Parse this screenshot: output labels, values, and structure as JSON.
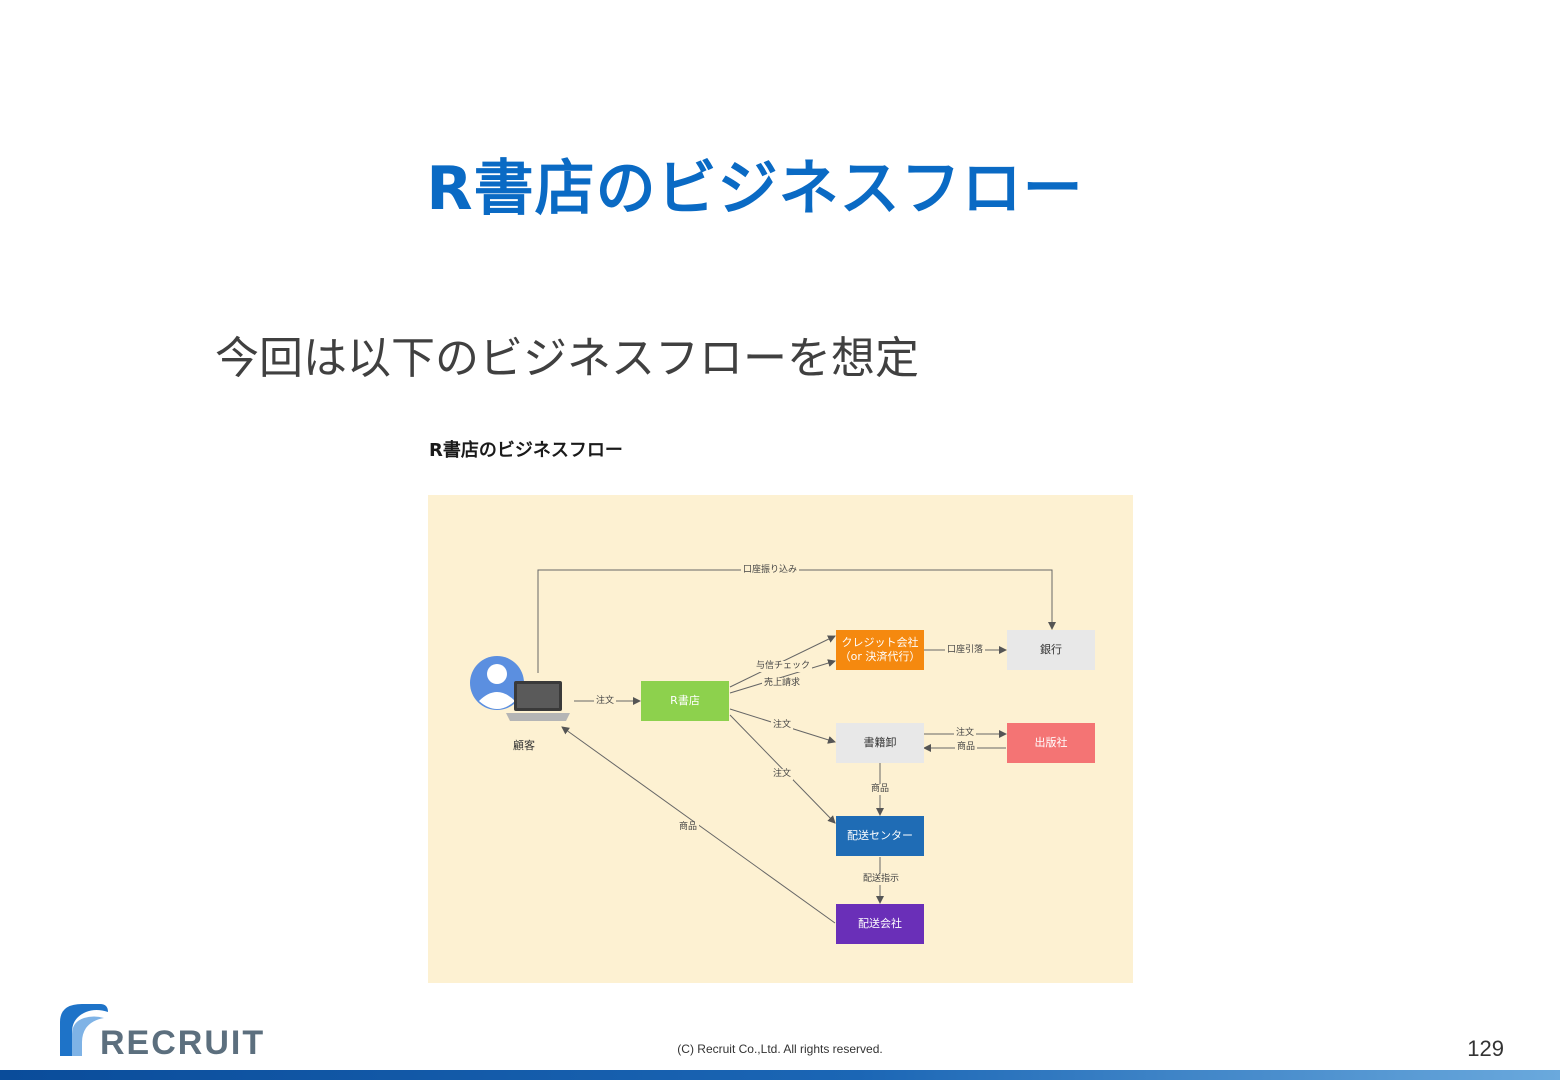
{
  "slide": {
    "title": "R書店のビジネスフロー",
    "subtitle": "今回は以下のビジネスフローを想定",
    "page_number": "129",
    "copyright": "(C) Recruit Co.,Ltd. All rights reserved.",
    "logo_text": "RECRUIT"
  },
  "diagram": {
    "title": "R書店のビジネスフロー",
    "background_color": "#fdf1d2",
    "customer": {
      "label": "顧客",
      "icon": "user-laptop-icon"
    },
    "nodes": {
      "rshoten": {
        "label": "R書店",
        "color": "#8dd14d"
      },
      "credit": {
        "label_line1": "クレジット会社",
        "label_line2": "（or 決済代行）",
        "color": "#f5890f"
      },
      "bank": {
        "label": "銀行",
        "color": "#e8e8e8"
      },
      "wholesaler": {
        "label": "書籍卸",
        "color": "#e8e8e8"
      },
      "publisher": {
        "label": "出版社",
        "color": "#f47474"
      },
      "delivery_center": {
        "label": "配送センター",
        "color": "#1f6cb5"
      },
      "delivery_company": {
        "label": "配送会社",
        "color": "#6a2fb8"
      }
    },
    "edges": {
      "transfer": "口座振り込み",
      "order_customer": "注文",
      "credit_check": "与信チェック",
      "sales_request": "売上請求",
      "debit": "口座引落",
      "order_wholesaler": "注文",
      "order_center": "注文",
      "order_publisher": "注文",
      "goods_publisher": "商品",
      "goods_wholesaler": "商品",
      "delivery_instruction": "配送指示",
      "goods_customer": "商品"
    }
  }
}
